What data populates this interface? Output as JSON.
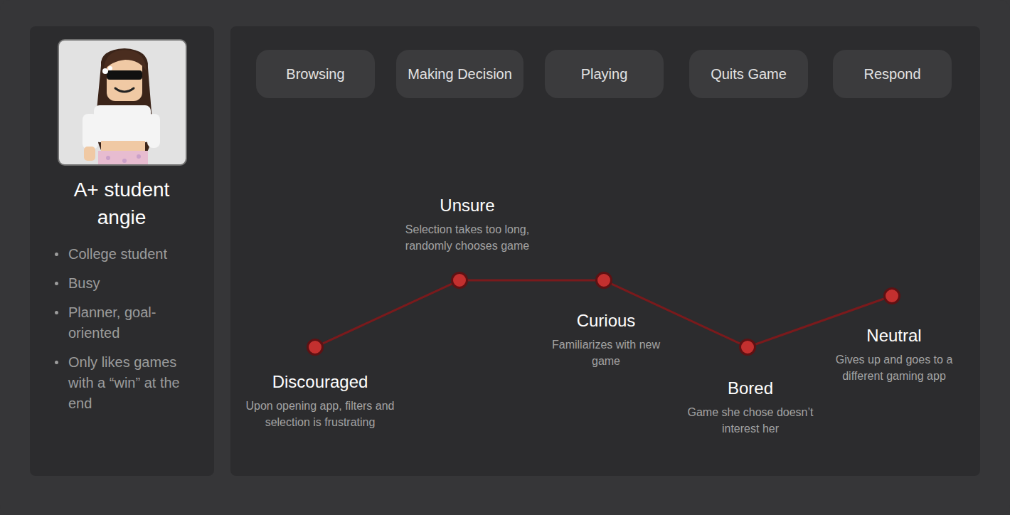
{
  "diagram": {
    "nodes": [
      {
        "text": [
          "A+ student angie",
          "College student",
          "Busy",
          "Planner, goal-oriented",
          "Only likes games with a “win” at the end"
        ]
      },
      {
        "text": [
          "Browsing"
        ]
      },
      {
        "text": [
          "Making Decision"
        ]
      },
      {
        "text": [
          "Playing"
        ]
      },
      {
        "text": [
          "Quits Game"
        ]
      },
      {
        "text": [
          "Respond"
        ]
      },
      {
        "text": [
          "Discouraged",
          "Upon opening app, filters and selection is frustrating"
        ]
      },
      {
        "text": [
          "Unsure",
          "Selection takes too long, randomly chooses game"
        ]
      },
      {
        "text": [
          "Curious",
          "Familiarizes with new game"
        ]
      },
      {
        "text": [
          "Bored",
          "Game she chose doesn’t interest her"
        ]
      },
      {
        "text": [
          "Neutral",
          "Gives up and goes to a different gaming app"
        ]
      }
    ],
    "edges": [
      {
        "from": 6,
        "to": 7,
        "arrow": "none"
      },
      {
        "from": 7,
        "to": 8,
        "arrow": "none"
      },
      {
        "from": 8,
        "to": 9,
        "arrow": "none"
      },
      {
        "from": 9,
        "to": 10,
        "arrow": "none"
      }
    ]
  }
}
